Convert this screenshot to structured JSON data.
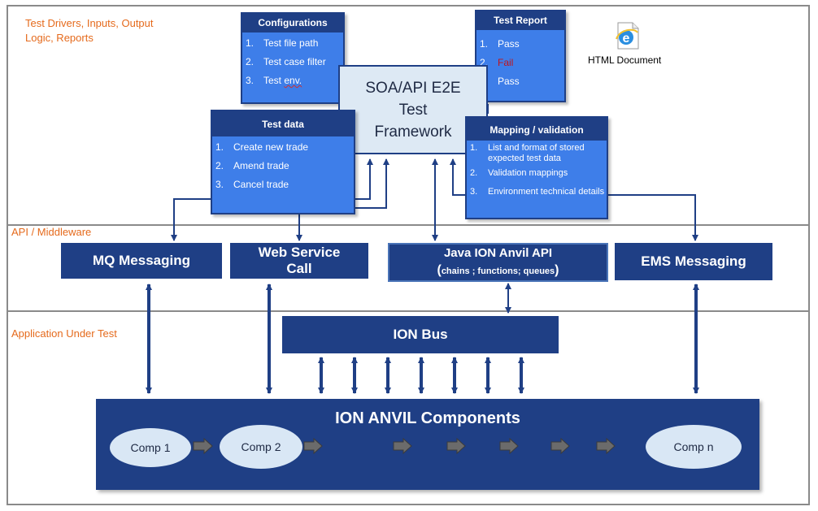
{
  "layers": {
    "top": "Test Drivers,  Inputs,  Output\nLogic,  Reports",
    "middle": "API /  Middleware",
    "bottom": "Application  Under  Test"
  },
  "configurations": {
    "title": "Configurations",
    "items": [
      {
        "num": "1.",
        "text": "Test file path"
      },
      {
        "num": "2.",
        "text": "Test case filter"
      },
      {
        "num": "3.",
        "text_pre": "Test ",
        "text_underlined": "env."
      }
    ]
  },
  "test_report": {
    "title": "Test Report",
    "items": [
      {
        "num": "1.",
        "text": "Pass"
      },
      {
        "num": "2.",
        "text": "Fail"
      },
      {
        "num": "3.",
        "text": "Pass"
      }
    ]
  },
  "html_document": {
    "label": "HTML Document",
    "icon": "internet-explorer-icon"
  },
  "framework": {
    "line1": "SOA/API E2E",
    "line2": "Test",
    "line3": "Framework"
  },
  "test_data": {
    "title": "Test data",
    "items": [
      {
        "num": "1.",
        "text": "Create new  trade"
      },
      {
        "num": "2.",
        "text": "Amend trade"
      },
      {
        "num": "3.",
        "text": "Cancel trade"
      }
    ]
  },
  "mapping": {
    "title": "Mapping / validation",
    "items": [
      {
        "num": "1.",
        "text": "List  and format of stored expected test data"
      },
      {
        "num": "2.",
        "text": "Validation mappings"
      },
      {
        "num": "3.",
        "text": "Environment technical details"
      }
    ]
  },
  "middleware": {
    "mq": "MQ Messaging",
    "ws_line1": "Web Service",
    "ws_line2": "Call",
    "java_line1": "Java  ION  Anvil  API",
    "java_open": "(",
    "java_sub": "chains ; functions; queues",
    "java_close": ")",
    "ems": "EMS Messaging"
  },
  "ion_bus": "ION Bus",
  "components": {
    "title": "ION ANVIL Components",
    "comp1": "Comp 1",
    "comp2": "Comp 2",
    "compn": "Comp n"
  },
  "colors": {
    "dark_navy": "#1f3f85",
    "card_blue": "#3e7ee9",
    "framework_fill": "#dde9f4",
    "component_fill": "#d9e7f5",
    "layer_label": "#e56a1c",
    "fail": "#c0141c"
  }
}
